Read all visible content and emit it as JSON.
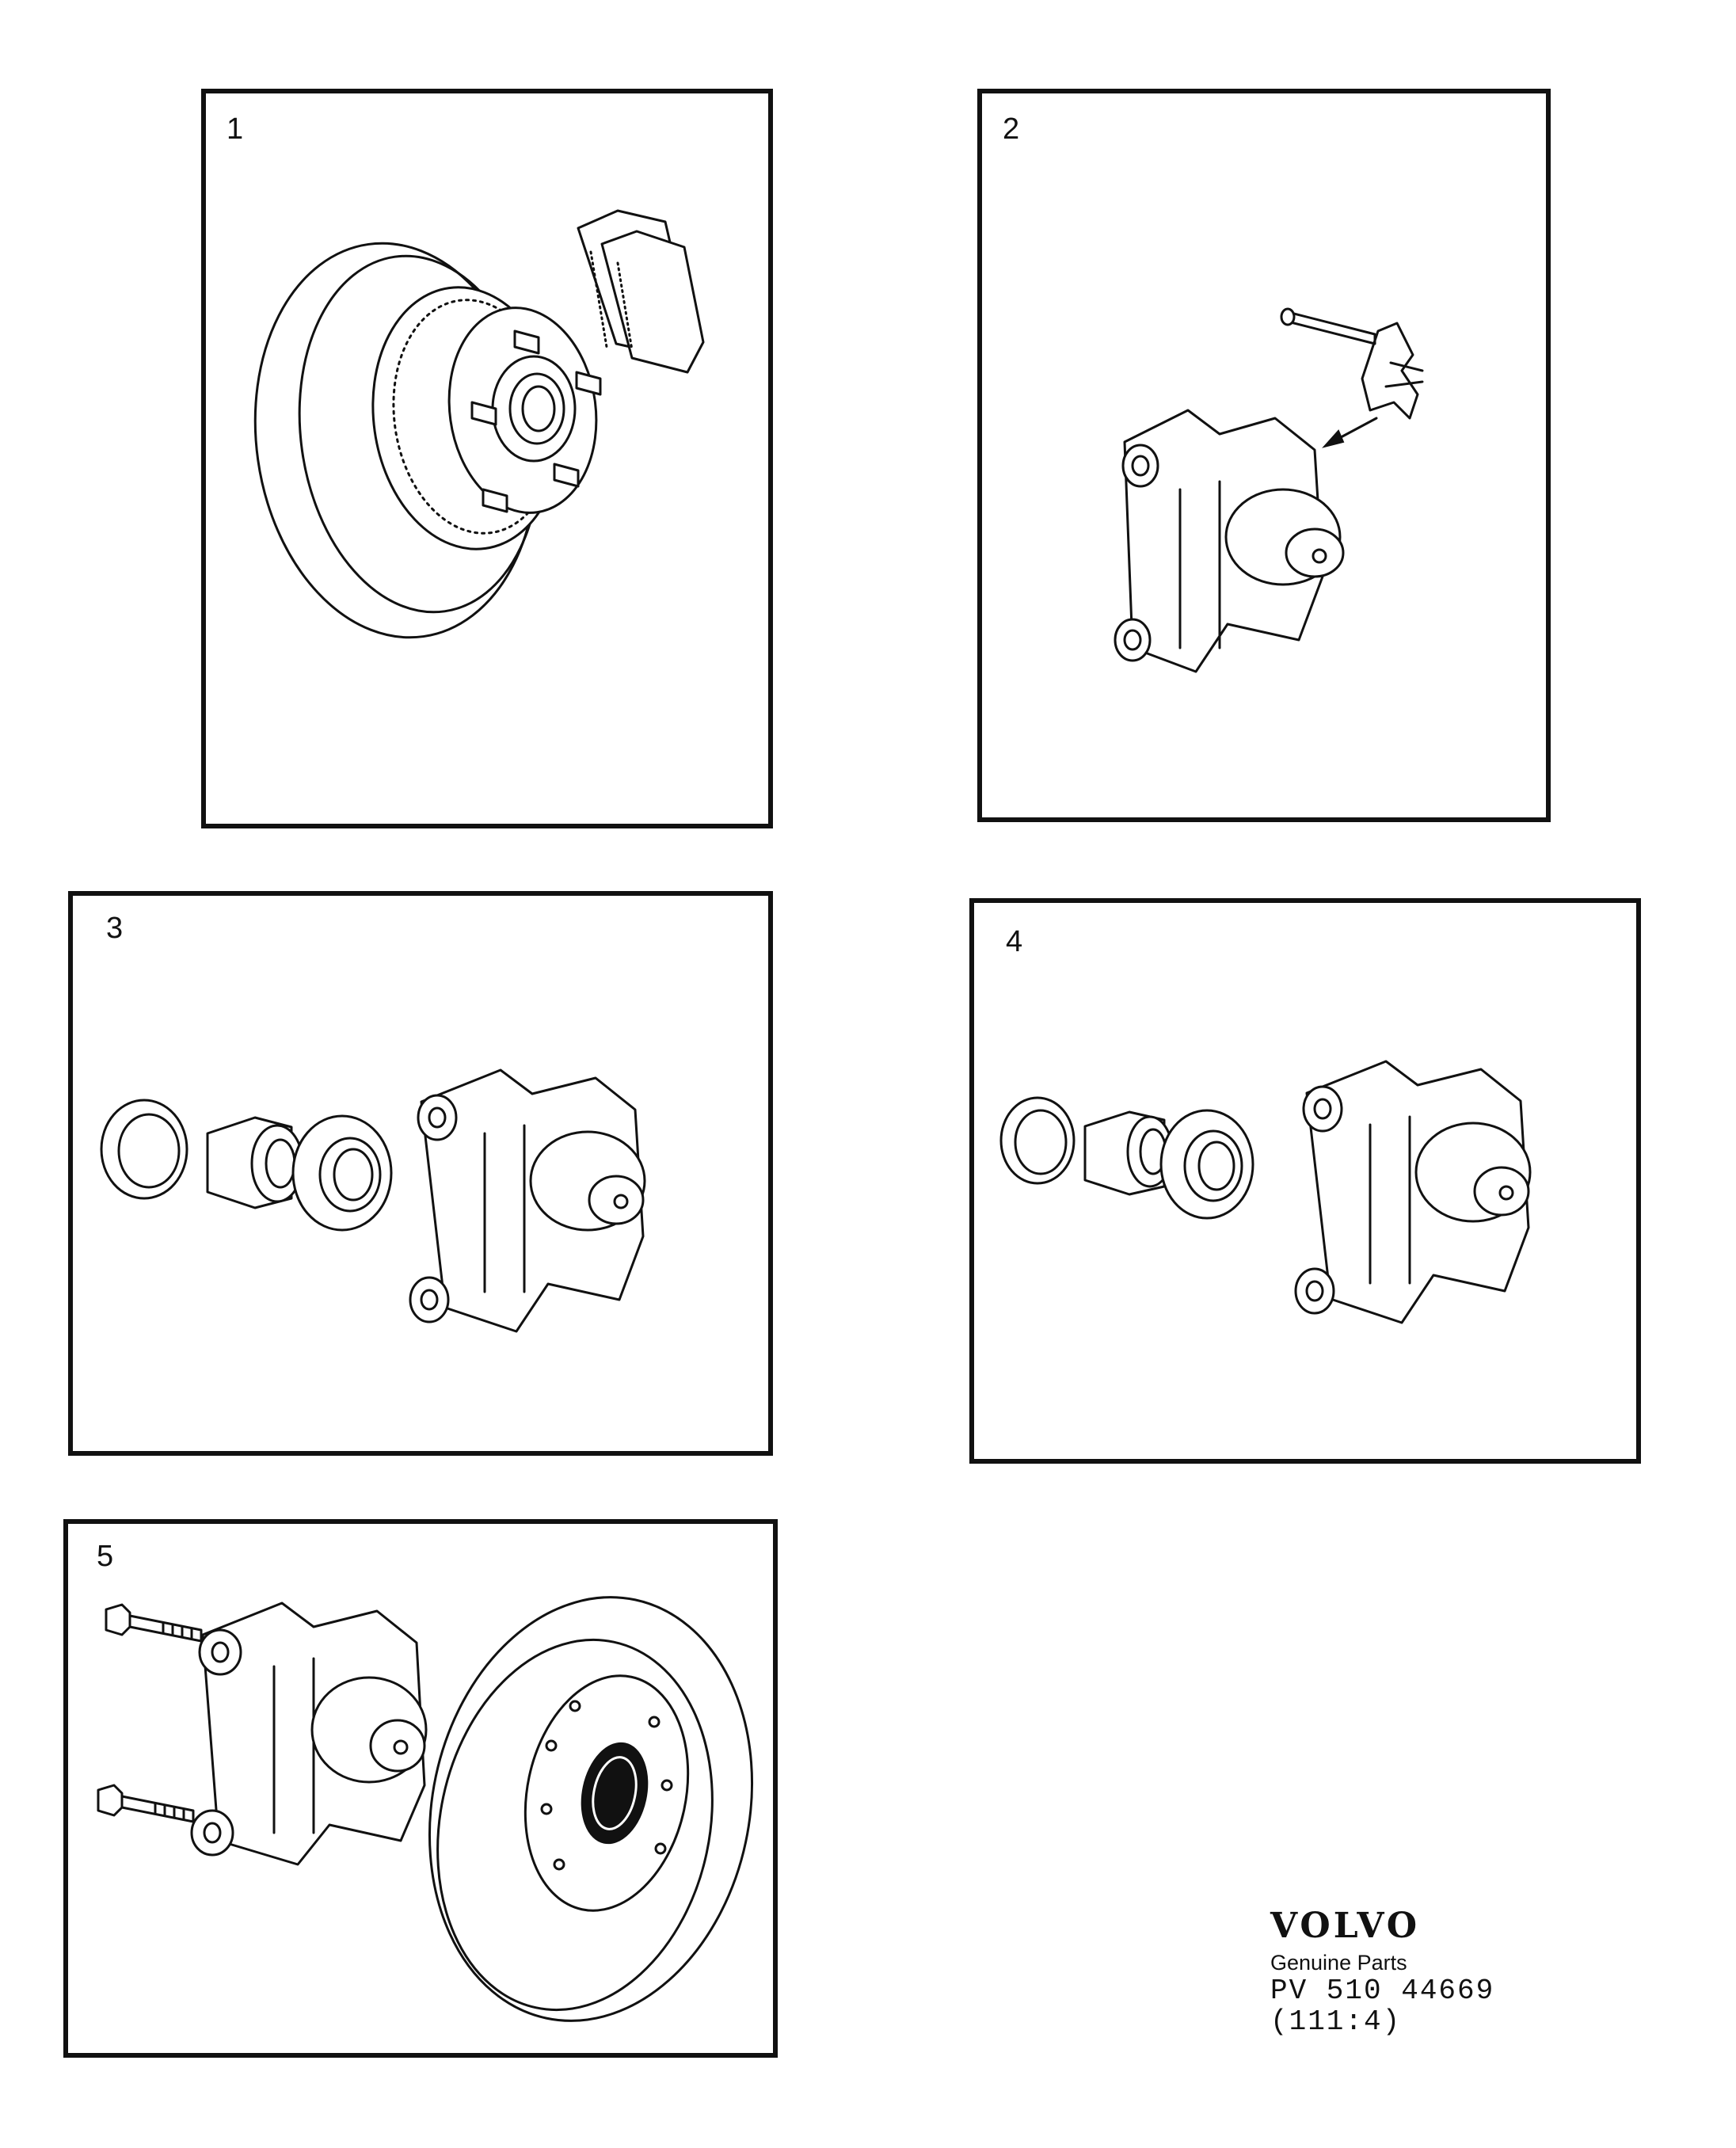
{
  "panels": [
    {
      "number": "1"
    },
    {
      "number": "2"
    },
    {
      "number": "3"
    },
    {
      "number": "4"
    },
    {
      "number": "5"
    }
  ],
  "brand": {
    "logo": "VOLVO",
    "subtitle": "Genuine Parts",
    "part_number": "PV 510 44669",
    "reference": "(111:4)"
  }
}
